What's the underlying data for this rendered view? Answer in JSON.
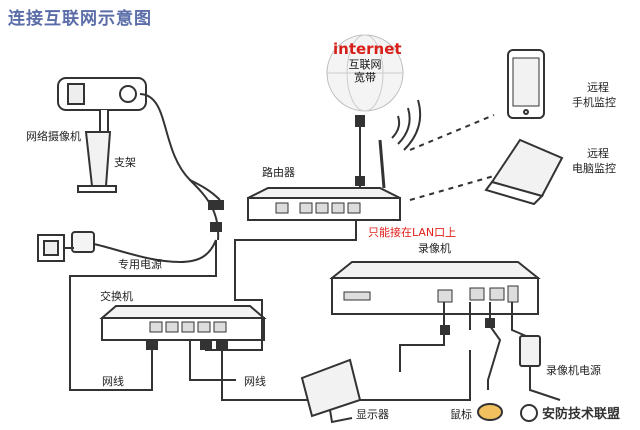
{
  "title": "连接互联网示意图",
  "internet": {
    "word": "internet",
    "line1": "互联网",
    "line2": "宽带"
  },
  "labels": {
    "camera": "网络摄像机",
    "bracket": "支架",
    "power": "专用电源",
    "router": "路由器",
    "lan_note": "只能接在LAN口上",
    "switch": "交换机",
    "cable_left": "网线",
    "cable_right": "网线",
    "recorder": "录像机",
    "recorder_power": "录像机电源",
    "monitor": "显示器",
    "mouse": "鼠标",
    "phone_line1": "远程",
    "phone_line2": "手机监控",
    "pc_line1": "远程",
    "pc_line2": "电脑监控"
  },
  "watermark": "安防技术联盟",
  "colors": {
    "title": "#5a6da8",
    "note": "#e0201a",
    "line": "#333333"
  }
}
